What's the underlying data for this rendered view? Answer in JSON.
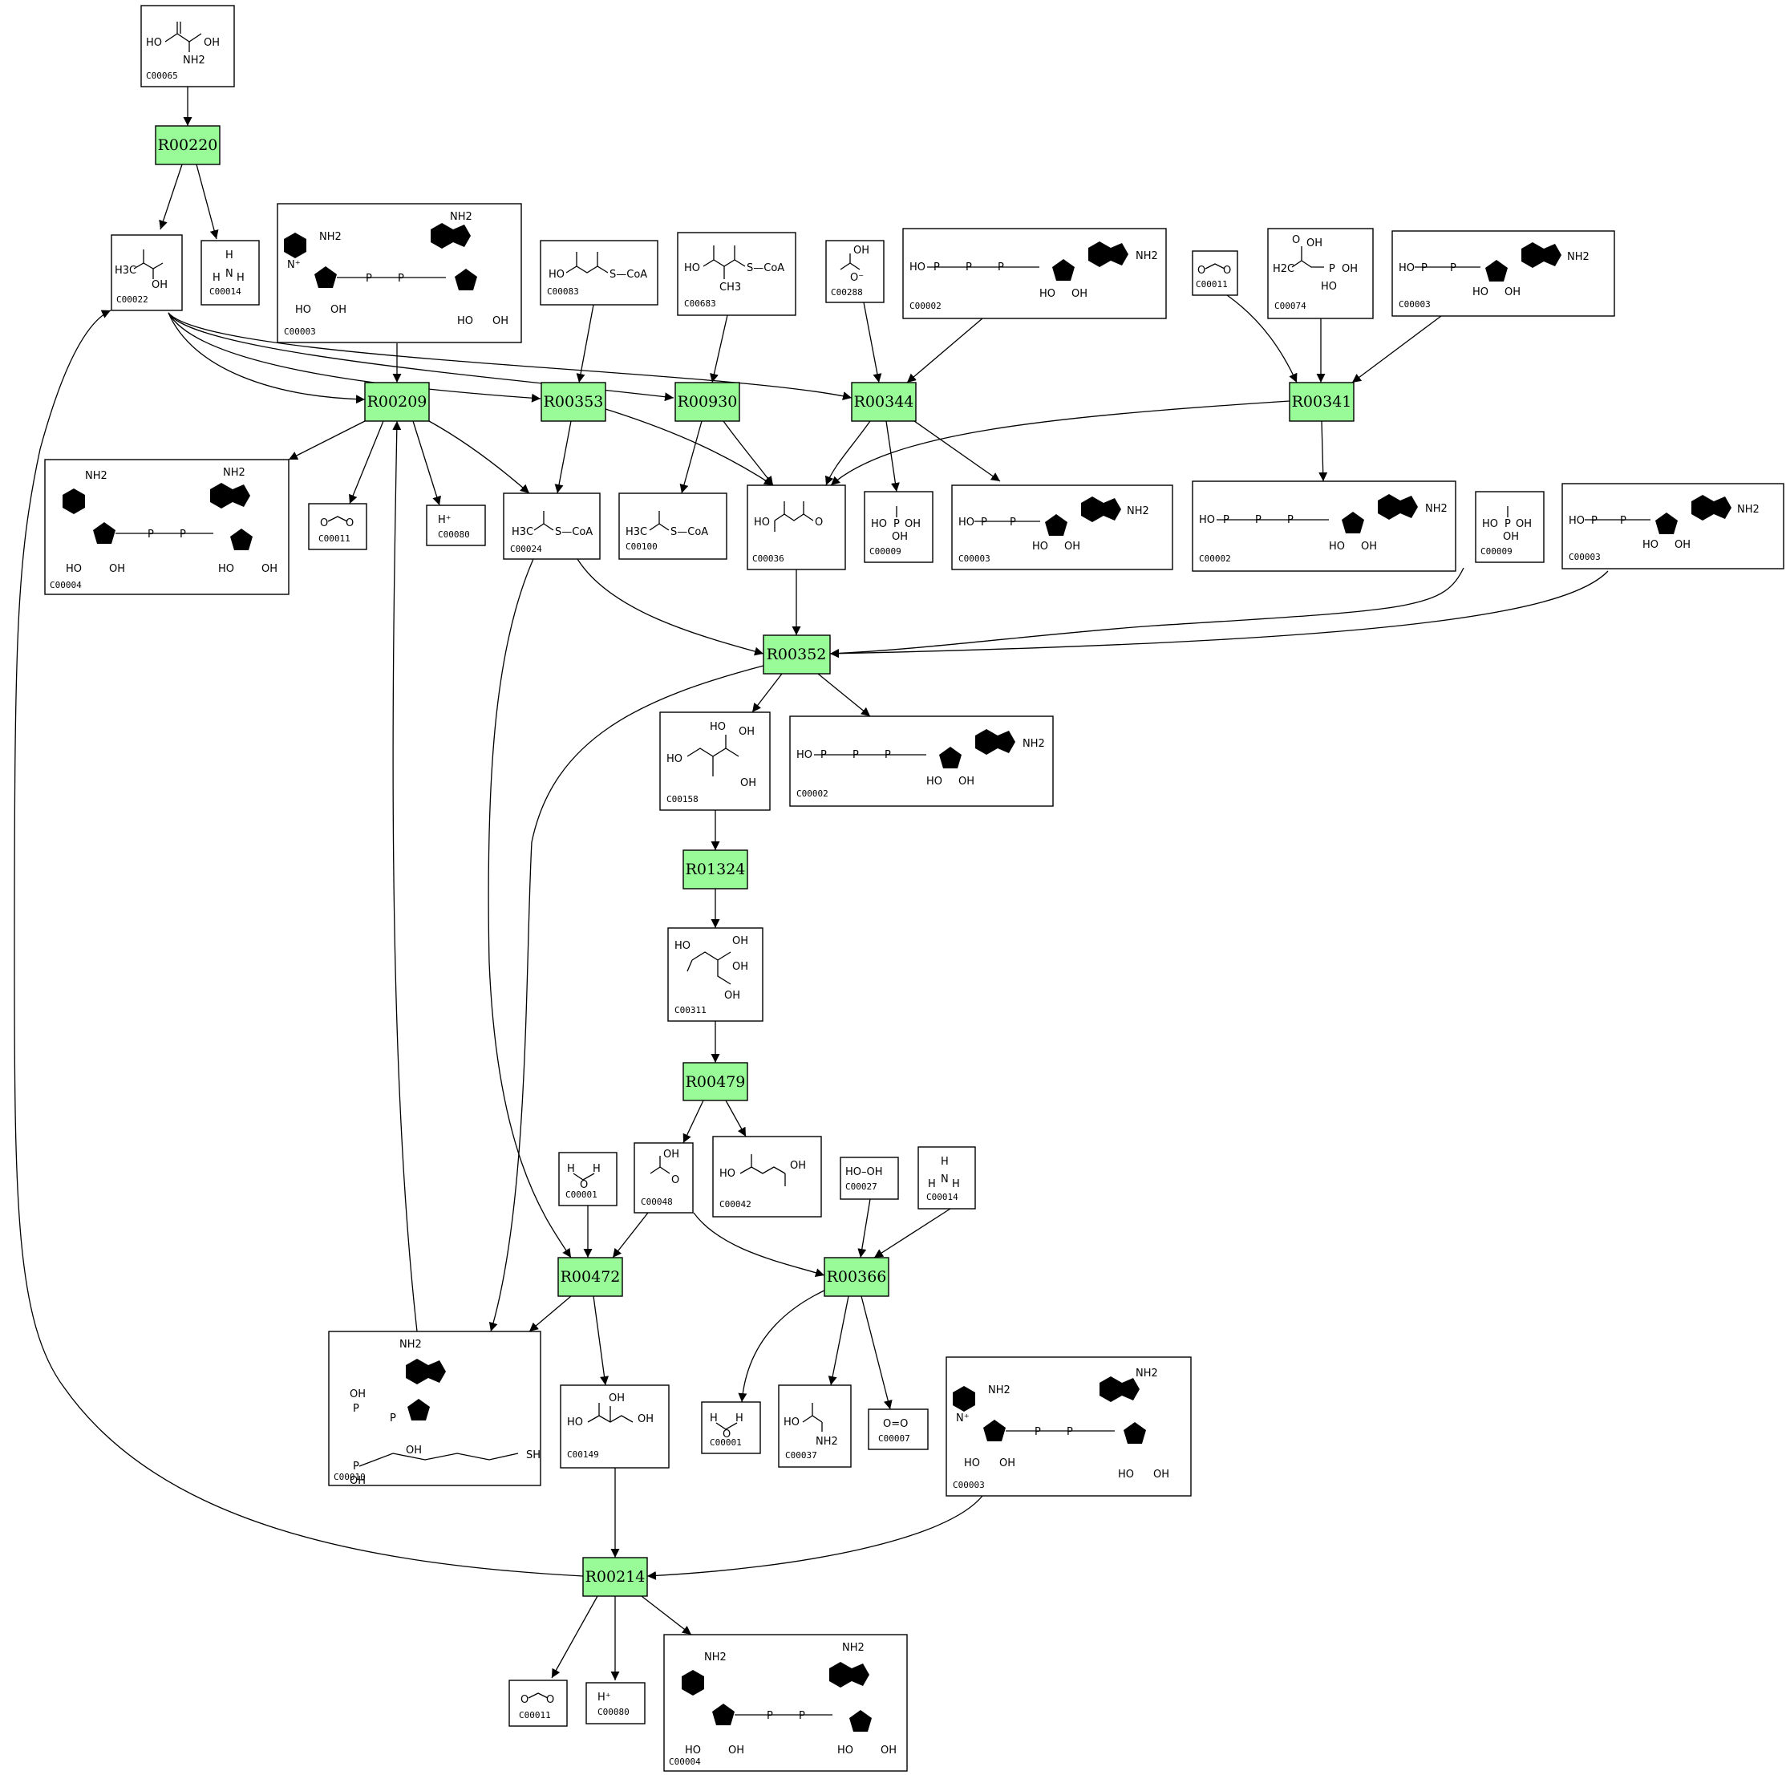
{
  "reactions": [
    {
      "id": "R00220",
      "label": "R00220"
    },
    {
      "id": "R00209",
      "label": "R00209"
    },
    {
      "id": "R00353",
      "label": "R00353"
    },
    {
      "id": "R00930",
      "label": "R00930"
    },
    {
      "id": "R00344",
      "label": "R00344"
    },
    {
      "id": "R00341",
      "label": "R00341"
    },
    {
      "id": "R00352",
      "label": "R00352"
    },
    {
      "id": "R01324",
      "label": "R01324"
    },
    {
      "id": "R00479",
      "label": "R00479"
    },
    {
      "id": "R00472",
      "label": "R00472"
    },
    {
      "id": "R00366",
      "label": "R00366"
    },
    {
      "id": "R00214",
      "label": "R00214"
    }
  ],
  "compounds": [
    {
      "key": "c00065",
      "label": "C00065",
      "mol": "HO · NH2 · OH"
    },
    {
      "key": "c00022",
      "label": "C00022",
      "mol": "H3C · OH"
    },
    {
      "key": "c00014a",
      "label": "C00014",
      "mol": "H · N · H · H"
    },
    {
      "key": "c00003a",
      "label": "C00003",
      "mol": "NH2 · N+ · O-P-O-P-O · HO OH"
    },
    {
      "key": "c00083",
      "label": "C00083",
      "mol": "HO · S—CoA"
    },
    {
      "key": "c00683",
      "label": "C00683",
      "mol": "HO · S—CoA · CH3"
    },
    {
      "key": "c00288",
      "label": "C00288",
      "mol": "OH · O-"
    },
    {
      "key": "c00002a",
      "label": "C00002",
      "mol": "HO-P-O-P-O-P-O · NH2"
    },
    {
      "key": "c00011a",
      "label": "C00011",
      "mol": "O=C=O"
    },
    {
      "key": "c00074",
      "label": "C00074",
      "mol": "OH · H2C · O-P-OH"
    },
    {
      "key": "c00003b",
      "label": "C00003",
      "mol": "HO-P-O-P-O · NH2"
    },
    {
      "key": "c00004a",
      "label": "C00004",
      "mol": "NH2 · O-P-O-P-O · HO OH"
    },
    {
      "key": "c00011b",
      "label": "C00011",
      "mol": "O=C=O"
    },
    {
      "key": "c00080a",
      "label": "C00080",
      "mol": "H+"
    },
    {
      "key": "c00024",
      "label": "C00024",
      "mol": "H3C · S—CoA"
    },
    {
      "key": "c00100",
      "label": "C00100",
      "mol": "H3C · S—CoA"
    },
    {
      "key": "c00036",
      "label": "C00036",
      "mol": "HO · O"
    },
    {
      "key": "c00009a",
      "label": "C00009",
      "mol": "HO-P-OH · OH"
    },
    {
      "key": "c00003c",
      "label": "C00003",
      "mol": "HO-P-O-P-O · NH2"
    },
    {
      "key": "c00002b",
      "label": "C00002",
      "mol": "HO-P-O-P-O-P-O · NH2"
    },
    {
      "key": "c00009b",
      "label": "C00009",
      "mol": "HO-P-OH · OH"
    },
    {
      "key": "c00003d",
      "label": "C00003",
      "mol": "HO-P-O-P-O · NH2"
    },
    {
      "key": "c00158",
      "label": "C00158",
      "mol": "HO · OH · OH"
    },
    {
      "key": "c00002c",
      "label": "C00002",
      "mol": "HO-P-O-P-O-P-O · NH2"
    },
    {
      "key": "c00311",
      "label": "C00311",
      "mol": "HO · OH · OH"
    },
    {
      "key": "c00001a",
      "label": "C00001",
      "mol": "H-O-H"
    },
    {
      "key": "c00048",
      "label": "C00048",
      "mol": "OH · O"
    },
    {
      "key": "c00042",
      "label": "C00042",
      "mol": "HO · OH"
    },
    {
      "key": "c00027",
      "label": "C00027",
      "mol": "HO-OH"
    },
    {
      "key": "c00014b",
      "label": "C00014",
      "mol": "H · N · H · H"
    },
    {
      "key": "c00010",
      "label": "C00010",
      "mol": "NH2 · P · OH · SH"
    },
    {
      "key": "c00149",
      "label": "C00149",
      "mol": "HO · OH · OH"
    },
    {
      "key": "c00001b",
      "label": "C00001",
      "mol": "H-O-H"
    },
    {
      "key": "c00037",
      "label": "C00037",
      "mol": "HO · NH2"
    },
    {
      "key": "c00007",
      "label": "C00007",
      "mol": "O=O"
    },
    {
      "key": "c00003e",
      "label": "C00003",
      "mol": "NH2 · N+ · O-P-O-P-O · HO OH"
    },
    {
      "key": "c00011c",
      "label": "C00011",
      "mol": "O=C=O"
    },
    {
      "key": "c00080b",
      "label": "C00080",
      "mol": "H+"
    },
    {
      "key": "c00004b",
      "label": "C00004",
      "mol": "NH2 · O-P-O-P-O · HO OH"
    }
  ],
  "mol_text": {
    "HO": "HO",
    "OH": "OH",
    "NH2": "NH2",
    "H": "H",
    "N": "N",
    "H3C": "H3C",
    "CH3": "CH3",
    "SCoA": "S—CoA",
    "Om": "O⁻",
    "O": "O",
    "Hplus": "H⁺",
    "SH": "SH",
    "HOOH": "HO–OH",
    "OO": "O=O",
    "H2C": "H2C",
    "P": "P",
    "Nplus": "N⁺"
  }
}
